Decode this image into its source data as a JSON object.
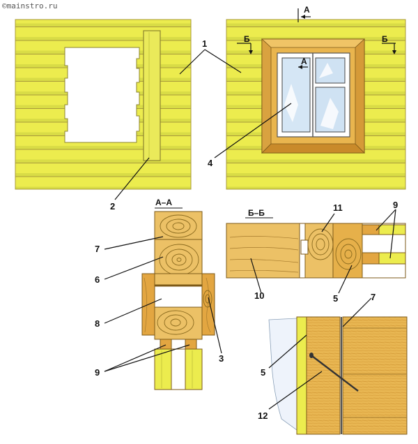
{
  "watermark": "©mainstro.ru",
  "colors": {
    "log_yellow": "#ecec4e",
    "log_stripe": "#d6d84a",
    "wood_tan": "#e9b54e",
    "wood_dark": "#c98a2a",
    "glass": "#cfe2f3"
  },
  "section_marks": {
    "a": "А",
    "b": "Б"
  },
  "section_titles": {
    "aa": "А–А",
    "bb": "Б–Б"
  },
  "callouts": {
    "n1": "1",
    "n2": "2",
    "n3": "3",
    "n4": "4",
    "n5": "5",
    "n6": "6",
    "n7": "7",
    "n8": "8",
    "n9": "9",
    "n10": "10",
    "n11": "11",
    "n12": "12"
  }
}
